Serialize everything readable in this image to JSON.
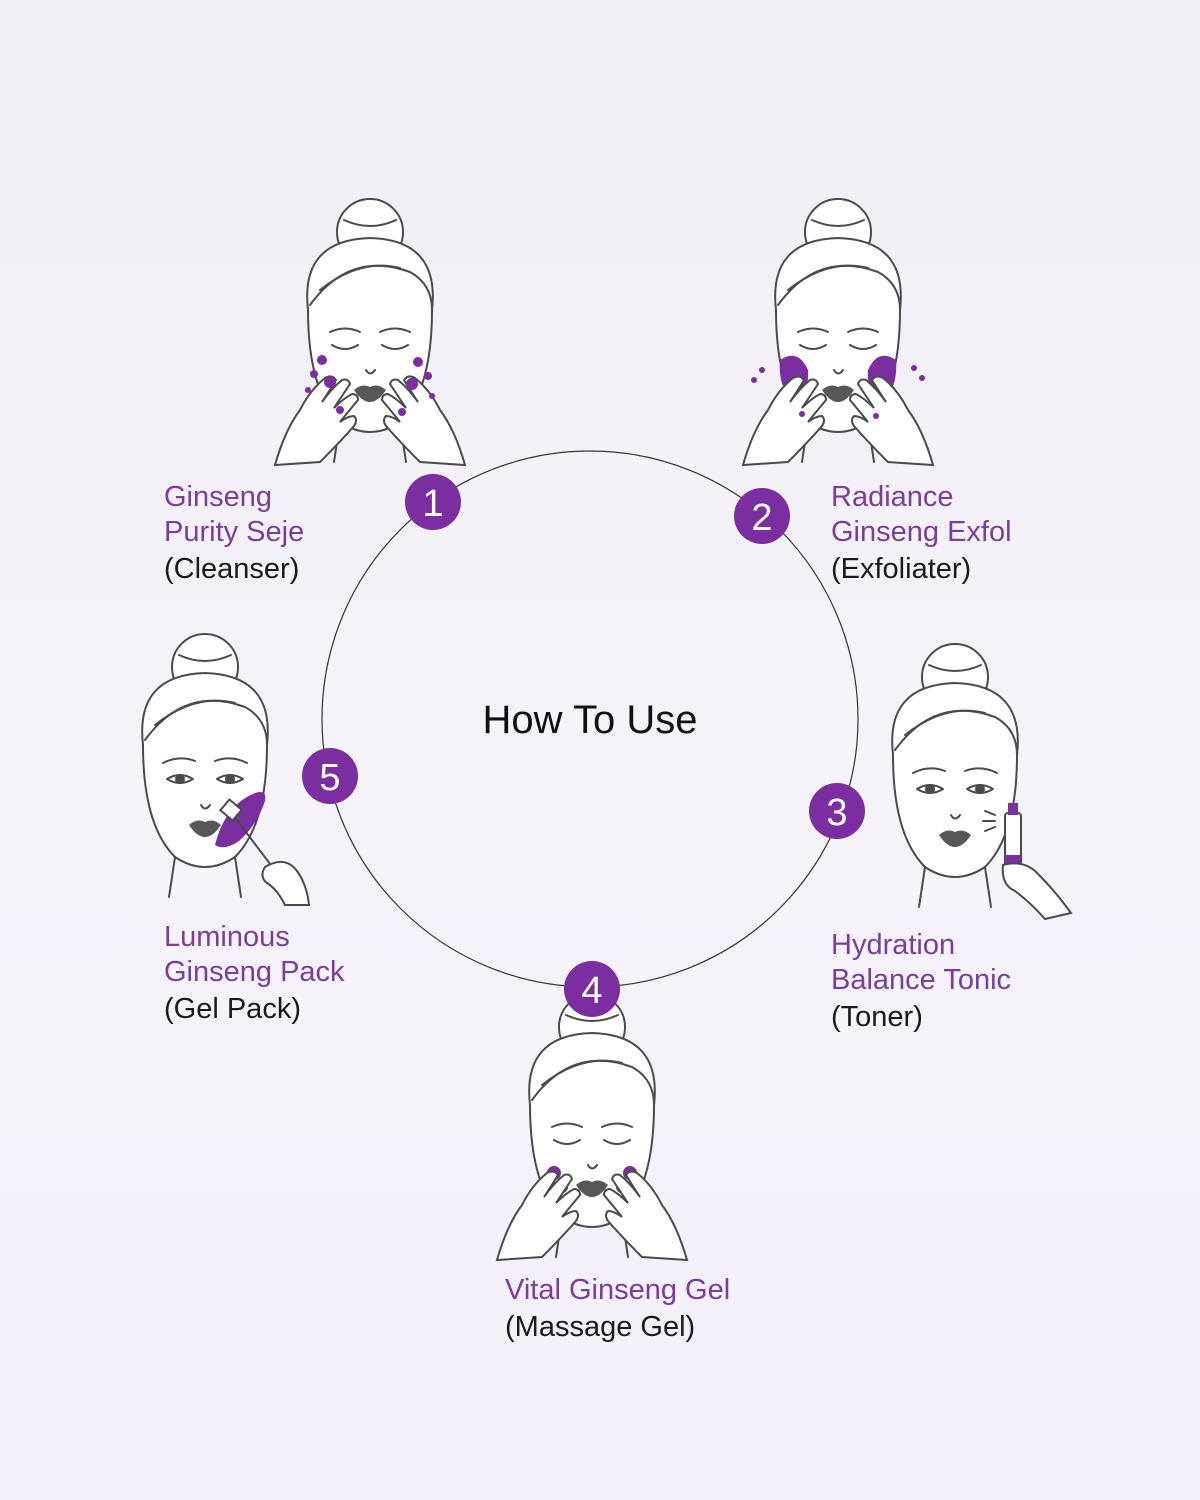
{
  "title": "How To Use",
  "colors": {
    "accent": "#7a2ea0",
    "product_text": "#7a3d9c",
    "type_text": "#1a1a1a",
    "outline": "#4a4a4a"
  },
  "steps": [
    {
      "number": "1",
      "product_line1": "Ginseng",
      "product_line2": "Purity Seje",
      "type": "(Cleanser)",
      "illustration": "face-cleansing-hands-icon"
    },
    {
      "number": "2",
      "product_line1": "Radiance",
      "product_line2": "Ginseng Exfol",
      "type": "(Exfoliater)",
      "illustration": "face-exfoliating-hands-icon"
    },
    {
      "number": "3",
      "product_line1": "Hydration",
      "product_line2": "Balance Tonic",
      "type": "(Toner)",
      "illustration": "face-toner-spray-icon"
    },
    {
      "number": "4",
      "product_line1": "Vital Ginseng Gel",
      "product_line2": "",
      "type": "(Massage Gel)",
      "illustration": "face-massage-hands-icon"
    },
    {
      "number": "5",
      "product_line1": "Luminous",
      "product_line2": "Ginseng Pack",
      "type": "(Gel Pack)",
      "illustration": "face-gel-pack-brush-icon"
    }
  ]
}
